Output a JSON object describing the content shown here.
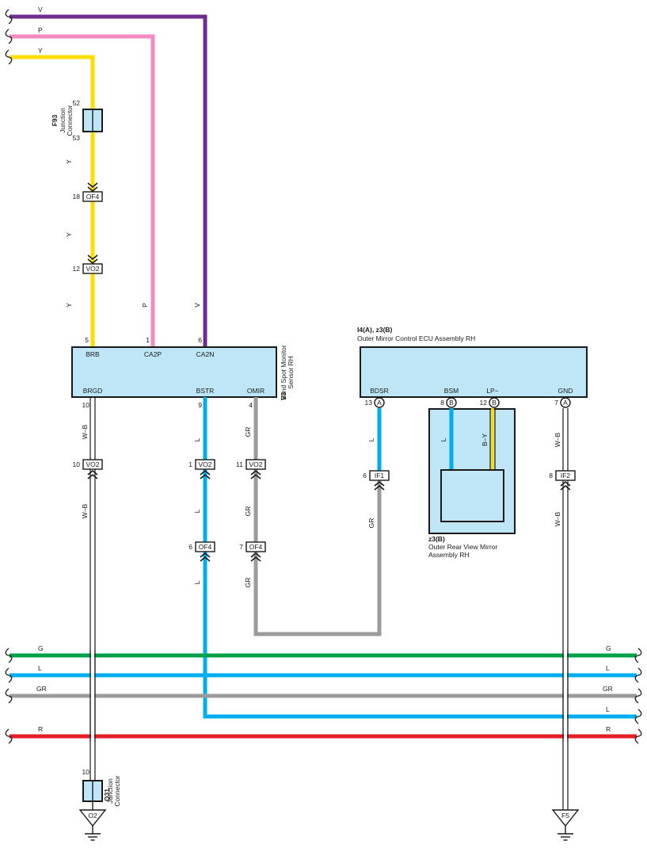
{
  "colors": {
    "V": "#6b2d8f",
    "P": "#f28bbf",
    "Y": "#ffdd00",
    "G": "#00a04a",
    "L": "#00aeef",
    "GR": "#9b9b9b",
    "R": "#e41e26",
    "WB": "#1a1a1a",
    "BY": "#ffdd00",
    "component_fill": "#bfe6f7"
  },
  "icons": [
    "break-mark-icon",
    "connector-arrow-icon",
    "ground-icon"
  ],
  "top_wires": {
    "v": "V",
    "p": "P",
    "y": "Y"
  },
  "f93": {
    "id": "F93",
    "line1": "Junction",
    "line2": "Connector",
    "pin_top": "52",
    "pin_bottom": "53"
  },
  "yellow_path": {
    "wire1": "Y",
    "of4_pin": "18",
    "of4": "OF4",
    "wire2": "Y",
    "vo2_pin": "12",
    "vo2": "VO2",
    "wire3": "Y"
  },
  "pink_path": {
    "wire": "P"
  },
  "violet_path": {
    "wire": "V"
  },
  "v3": {
    "id": "V3",
    "line1": "Blind Spot Monitor",
    "line2": "Sensor RH",
    "top_pins": [
      {
        "num": "5",
        "name": "BRB"
      },
      {
        "num": "1",
        "name": "CA2P"
      },
      {
        "num": "6",
        "name": "CA2N"
      }
    ],
    "bottom_pins": [
      {
        "num": "10",
        "name": "BRGD"
      },
      {
        "num": "9",
        "name": "BSTR"
      },
      {
        "num": "4",
        "name": "OMIR"
      }
    ]
  },
  "ecu": {
    "id": "I4(A), z3(B)",
    "name": "Outer Mirror Control ECU Assembly RH",
    "pins": [
      {
        "num": "13",
        "conn": "A",
        "name": "BDSR"
      },
      {
        "num": "8",
        "conn": "B",
        "name": "BSM"
      },
      {
        "num": "12",
        "conn": "B",
        "name": "LP−"
      },
      {
        "num": "7",
        "conn": "A",
        "name": "GND"
      }
    ]
  },
  "mirror": {
    "id": "z3(B)",
    "line1": "Outer Rear View Mirror",
    "line2": "Assembly RH",
    "wire_bsm": "L",
    "wire_lp": "B–Y"
  },
  "brgd_path": {
    "wire1": "W–B",
    "vo2_pin": "10",
    "vo2": "VO2",
    "wire2": "W–B"
  },
  "bstr_path": {
    "wire1": "L",
    "vo2_pin": "1",
    "vo2": "VO2",
    "wire2": "L",
    "of4_pin": "6",
    "of4": "OF4",
    "wire3": "L"
  },
  "omir_path": {
    "wire1": "GR",
    "vo2_pin": "11",
    "vo2": "VO2",
    "wire2": "GR",
    "of4_pin": "7",
    "of4": "OF4",
    "wire3": "GR"
  },
  "bdsr_path": {
    "wire1": "L",
    "if1_pin": "6",
    "if1": "IF1",
    "wire2": "GR"
  },
  "gnd_path": {
    "wire1": "W–B",
    "if2_pin": "8",
    "if2": "IF2",
    "wire2": "W–B"
  },
  "bus": {
    "g_left": "G",
    "g_right": "G",
    "l_left": "L",
    "l_right": "L",
    "gr_left": "GR",
    "gr_right": "GR",
    "l2_right": "L",
    "r_left": "R",
    "r_right": "R"
  },
  "q31": {
    "id": "Q31",
    "line1": "Junction",
    "line2": "Connector",
    "pin": "10"
  },
  "grounds": {
    "o2": "O2",
    "f5": "F5"
  }
}
